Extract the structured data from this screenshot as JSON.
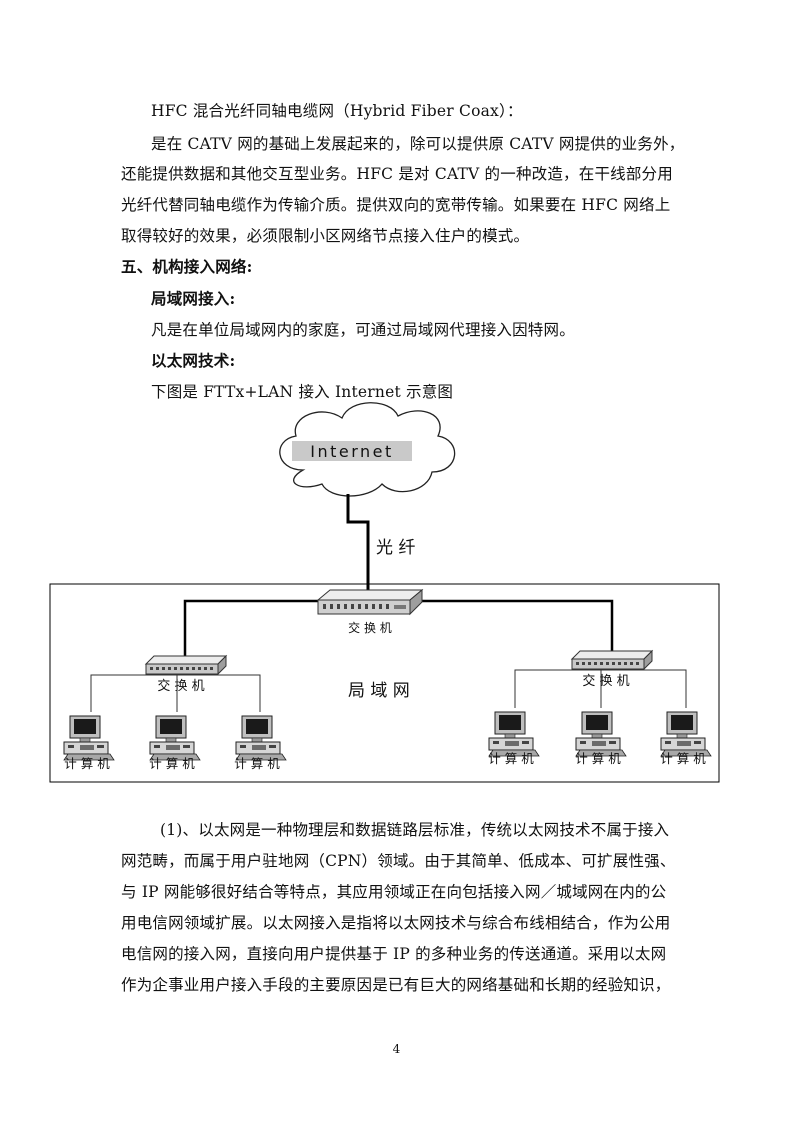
{
  "para1": {
    "heading": "HFC 混合光纤同轴电缆网（Hybrid Fiber Coax）：",
    "lines": [
      "是在 CATV 网的基础上发展起来的，除可以提供原 CATV 网提供的业务外，",
      "还能提供数据和其他交互型业务。HFC 是对 CATV 的一种改造，在干线部分用",
      "光纤代替同轴电缆作为传输介质。提供双向的宽带传输。如果要在 HFC 网络上",
      "取得较好的效果，必须限制小区网络节点接入住户的模式。"
    ]
  },
  "section5": {
    "heading": "五、机构接入网络:",
    "lan_heading": "局域网接入:",
    "lan_text": "凡是在单位局域网内的家庭，可通过局域网代理接入因特网。",
    "eth_heading": "以太网技术:",
    "eth_caption": "下图是 FTTx+LAN 接入 Internet 示意图"
  },
  "diagram": {
    "internet_label": "Internet",
    "fiber_label": "光 纤",
    "lan_label": "局 域 网",
    "main_switch_label": "交 换 机",
    "left_switch_label": "交 换 机",
    "right_switch_label": "交 换 机",
    "computer_label": "计 算 机"
  },
  "para2": {
    "lines": [
      "(1)、以太网是一种物理层和数据链路层标准，传统以太网技术不属于接入",
      "网范畴，而属于用户驻地网（CPN）领域。由于其简单、低成本、可扩展性强、",
      "与 IP 网能够很好结合等特点，其应用领域正在向包括接入网／城域网在内的公",
      "用电信网领域扩展。以太网接入是指将以太网技术与综合布线相结合，作为公用",
      "电信网的接入网，直接向用户提供基于 IP 的多种业务的传送通道。采用以太网",
      "作为企事业用户接入手段的主要原因是已有巨大的网络基础和长期的经验知识，"
    ]
  },
  "page_number": "4"
}
